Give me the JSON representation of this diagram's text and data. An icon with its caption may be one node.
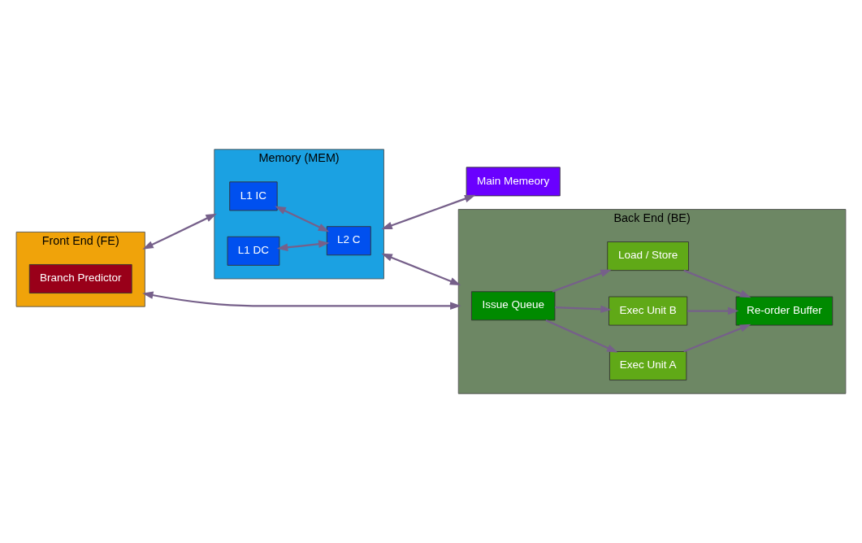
{
  "diagram": {
    "nodes": [
      {
        "text": [
          "Front End (FE)"
        ]
      },
      {
        "text": [
          "Branch Predictor"
        ],
        "in": 0
      },
      {
        "text": [
          "Back End (BE)"
        ]
      },
      {
        "text": [
          "Issue Queue"
        ],
        "in": 2
      },
      {
        "text": [
          "Exec Unit A"
        ],
        "in": 2
      },
      {
        "text": [
          "Exec Unit B"
        ],
        "in": 2
      },
      {
        "text": [
          "Load / Store"
        ],
        "in": 2
      },
      {
        "text": [
          "Re-order Buffer"
        ],
        "in": 2
      },
      {
        "text": [
          "Memory (MEM)"
        ]
      },
      {
        "text": [
          "L1 IC"
        ],
        "in": 8
      },
      {
        "text": [
          "L1 DC"
        ],
        "in": 8
      },
      {
        "text": [
          "L2 C"
        ],
        "in": 8
      },
      {
        "text": [
          "Main Memeory"
        ]
      }
    ],
    "edges": [
      {
        "from": 0,
        "to": 2,
        "arrow": "both"
      },
      {
        "from": 0,
        "to": 8,
        "arrow": "both"
      },
      {
        "from": 3,
        "to": 4,
        "arrow": "to"
      },
      {
        "from": 3,
        "to": 5,
        "arrow": "to"
      },
      {
        "from": 3,
        "to": 6,
        "arrow": "to"
      },
      {
        "from": 4,
        "to": 7,
        "arrow": "to"
      },
      {
        "from": 5,
        "to": 7,
        "arrow": "to"
      },
      {
        "from": 6,
        "to": 7,
        "arrow": "to"
      },
      {
        "from": 8,
        "to": 2,
        "arrow": "both"
      },
      {
        "from": 9,
        "to": 11,
        "arrow": "both"
      },
      {
        "from": 10,
        "to": 11,
        "arrow": "both"
      },
      {
        "from": 8,
        "to": 12,
        "arrow": "both"
      }
    ]
  }
}
